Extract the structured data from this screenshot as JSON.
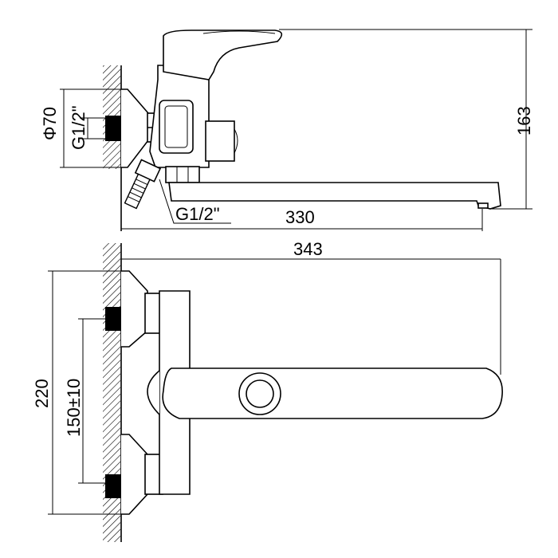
{
  "title": "Wall-mounted bath mixer with long spout - dimensional drawing",
  "side_view": {
    "flange_diameter": "Φ70",
    "wall_thread": "G1/2\"",
    "shower_outlet_thread": "G1/2\"",
    "spout_reach": "330",
    "height": "163"
  },
  "top_view": {
    "overall_length": "343",
    "flange_span": "220",
    "inlet_spacing": "150±10"
  }
}
